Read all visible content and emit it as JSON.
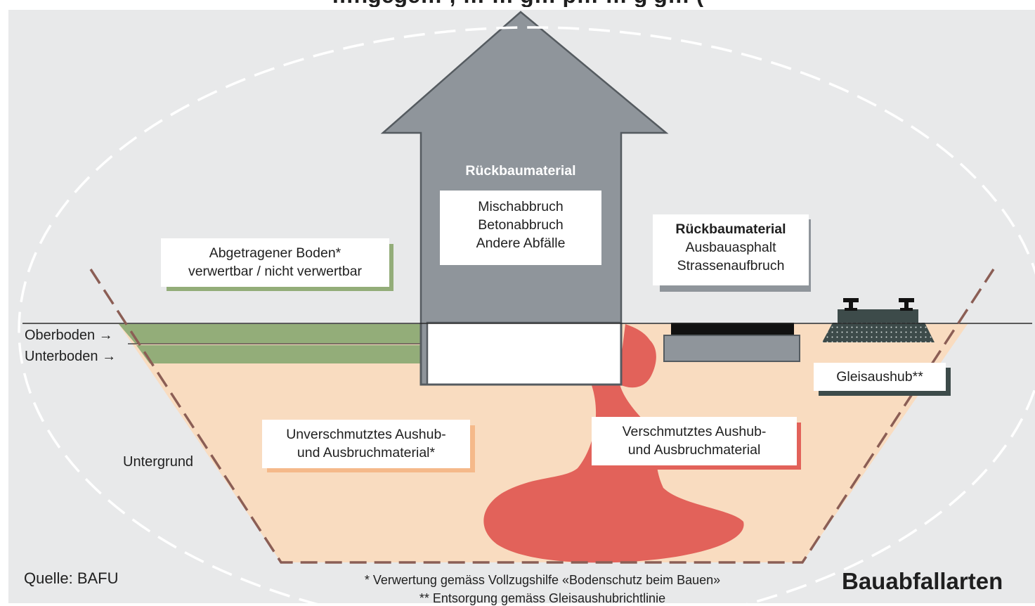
{
  "header": {
    "title": "…ngege… ; … … g… p… … g g… ("
  },
  "arrow": {
    "label": "Rückbaumaterial"
  },
  "building_box": {
    "lines": [
      "Mischabbruch",
      "Betonabbruch",
      "Andere Abfälle"
    ]
  },
  "road_box": {
    "title": "Rückbaumaterial",
    "lines": [
      "Ausbauasphalt",
      "Strassenaufbruch"
    ]
  },
  "soil_box": {
    "lines": [
      "Abgetragener Boden*",
      "verwertbar / nicht verwertbar"
    ]
  },
  "clean_box": {
    "lines": [
      "Unverschmutztes Aushub-",
      "und Ausbruchmaterial*"
    ]
  },
  "dirty_box": {
    "lines": [
      "Verschmutztes Aushub-",
      "und Ausbruchmaterial"
    ]
  },
  "track_box": {
    "label": "Gleisaushub**"
  },
  "layers": {
    "topsoil": "Oberboden",
    "subsoil": "Unterboden",
    "subsurface": "Untergrund"
  },
  "footnotes": {
    "note1": "* Verwertung gemäss Vollzugshilfe «Bodenschutz beim Bauen»",
    "note2": "** Entsorgung gemäss Gleisaushubrichtlinie"
  },
  "source": "Quelle: BAFU",
  "figure_title": "Bauabfallarten",
  "colors": {
    "background": "#e8e9ea",
    "soil_green": "#93ad79",
    "excavation": "#f9dcc0",
    "contamination": "#e2625a",
    "building_grey": "#8f959b",
    "dark": "#111111",
    "rail_grey": "#3d4b4a"
  }
}
